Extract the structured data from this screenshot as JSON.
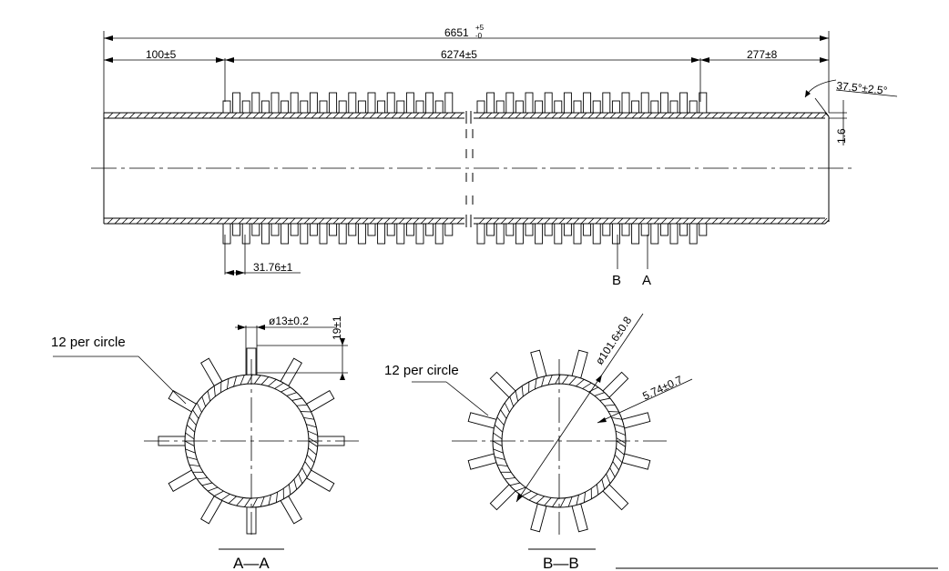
{
  "dimensions": {
    "overall_length": "6651",
    "overall_tol_upper": "+5",
    "overall_tol_lower": "-0",
    "left_unfinned": "100±5",
    "finned_length": "6274±5",
    "right_unfinned": "277±8",
    "bevel_angle": "37.5°±2.5°",
    "land": "1.6",
    "fin_pitch": "31.76±1",
    "fin_thickness": "ø13±0.2",
    "fin_height": "19±1",
    "outer_diameter": "ø101.6±0.8",
    "wall_thickness": "5.74±0.7"
  },
  "labels": {
    "section_b_marker": "B",
    "section_a_marker": "A",
    "section_aa_note": "12 per circle",
    "section_bb_note": "12 per circle",
    "section_aa_title": "A—A",
    "section_bb_title": "B—B"
  }
}
